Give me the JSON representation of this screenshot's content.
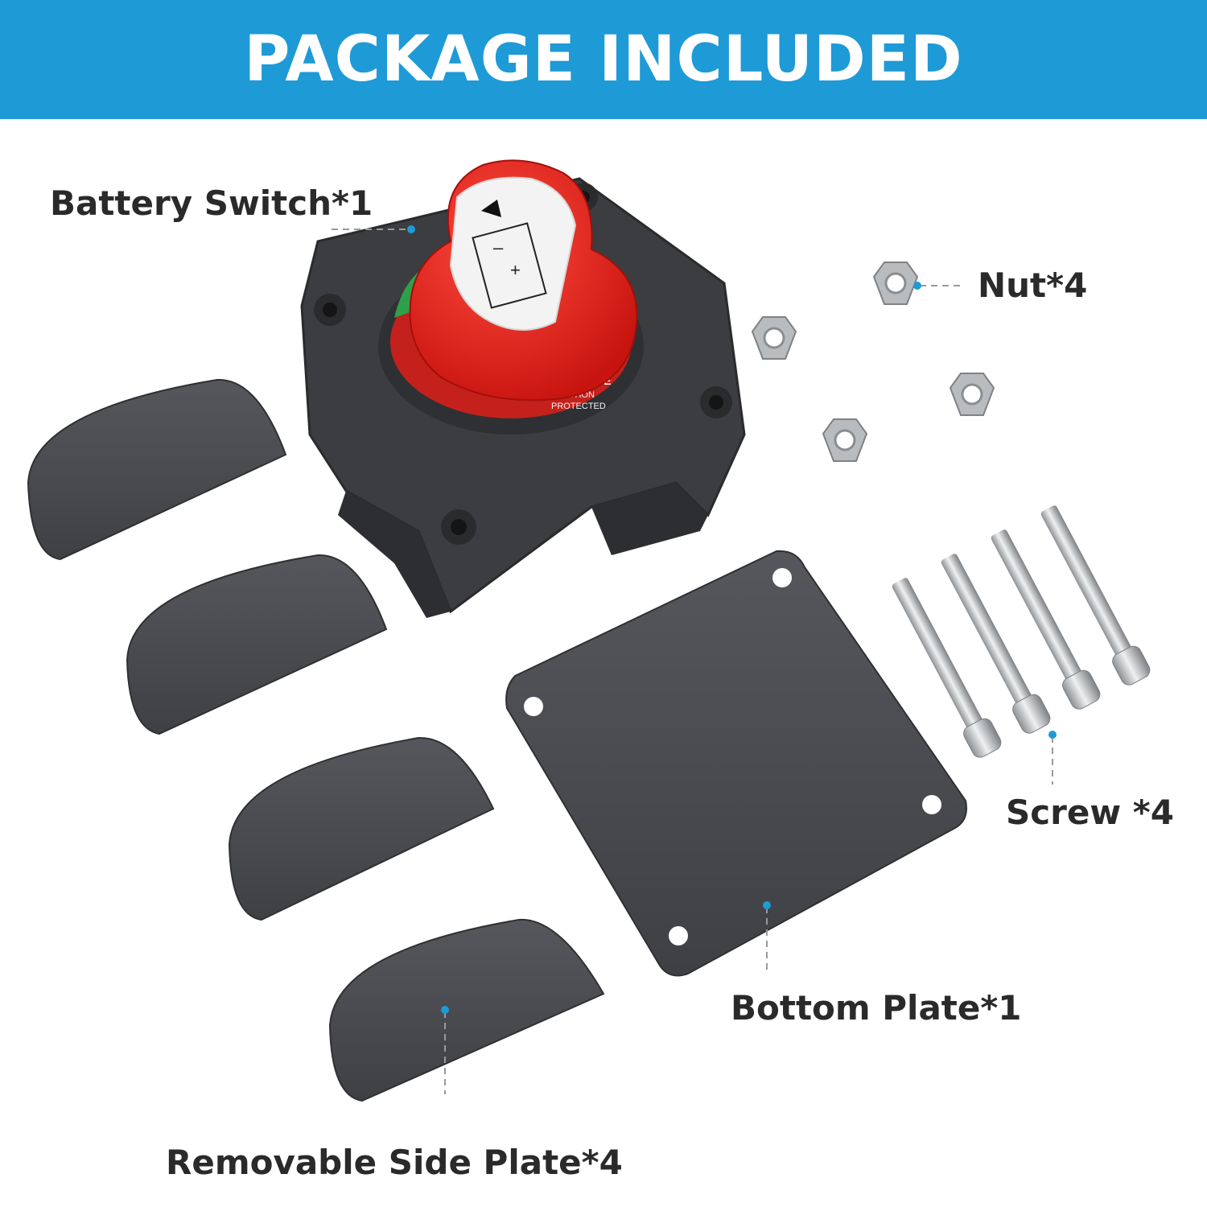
{
  "header": {
    "title": "PACKAGE INCLUDED"
  },
  "labels": {
    "battery_switch": "Battery Switch*1",
    "nut": "Nut*4",
    "screw": "Screw *4",
    "bottom_plate": "Bottom Plate*1",
    "side_plate": "Removable Side Plate*4"
  },
  "switch_knob": {
    "ring_text_1": "IGNITION",
    "ring_text_2": "PROTECTED",
    "mark": "CE"
  },
  "colors": {
    "banner": "#1e9ad6",
    "knob_red": "#e0201b",
    "body_dark": "#3b3d40",
    "plate": "#4a4c50",
    "steel": "#c9cbcd",
    "pointer_dot": "#1e9ad6"
  }
}
